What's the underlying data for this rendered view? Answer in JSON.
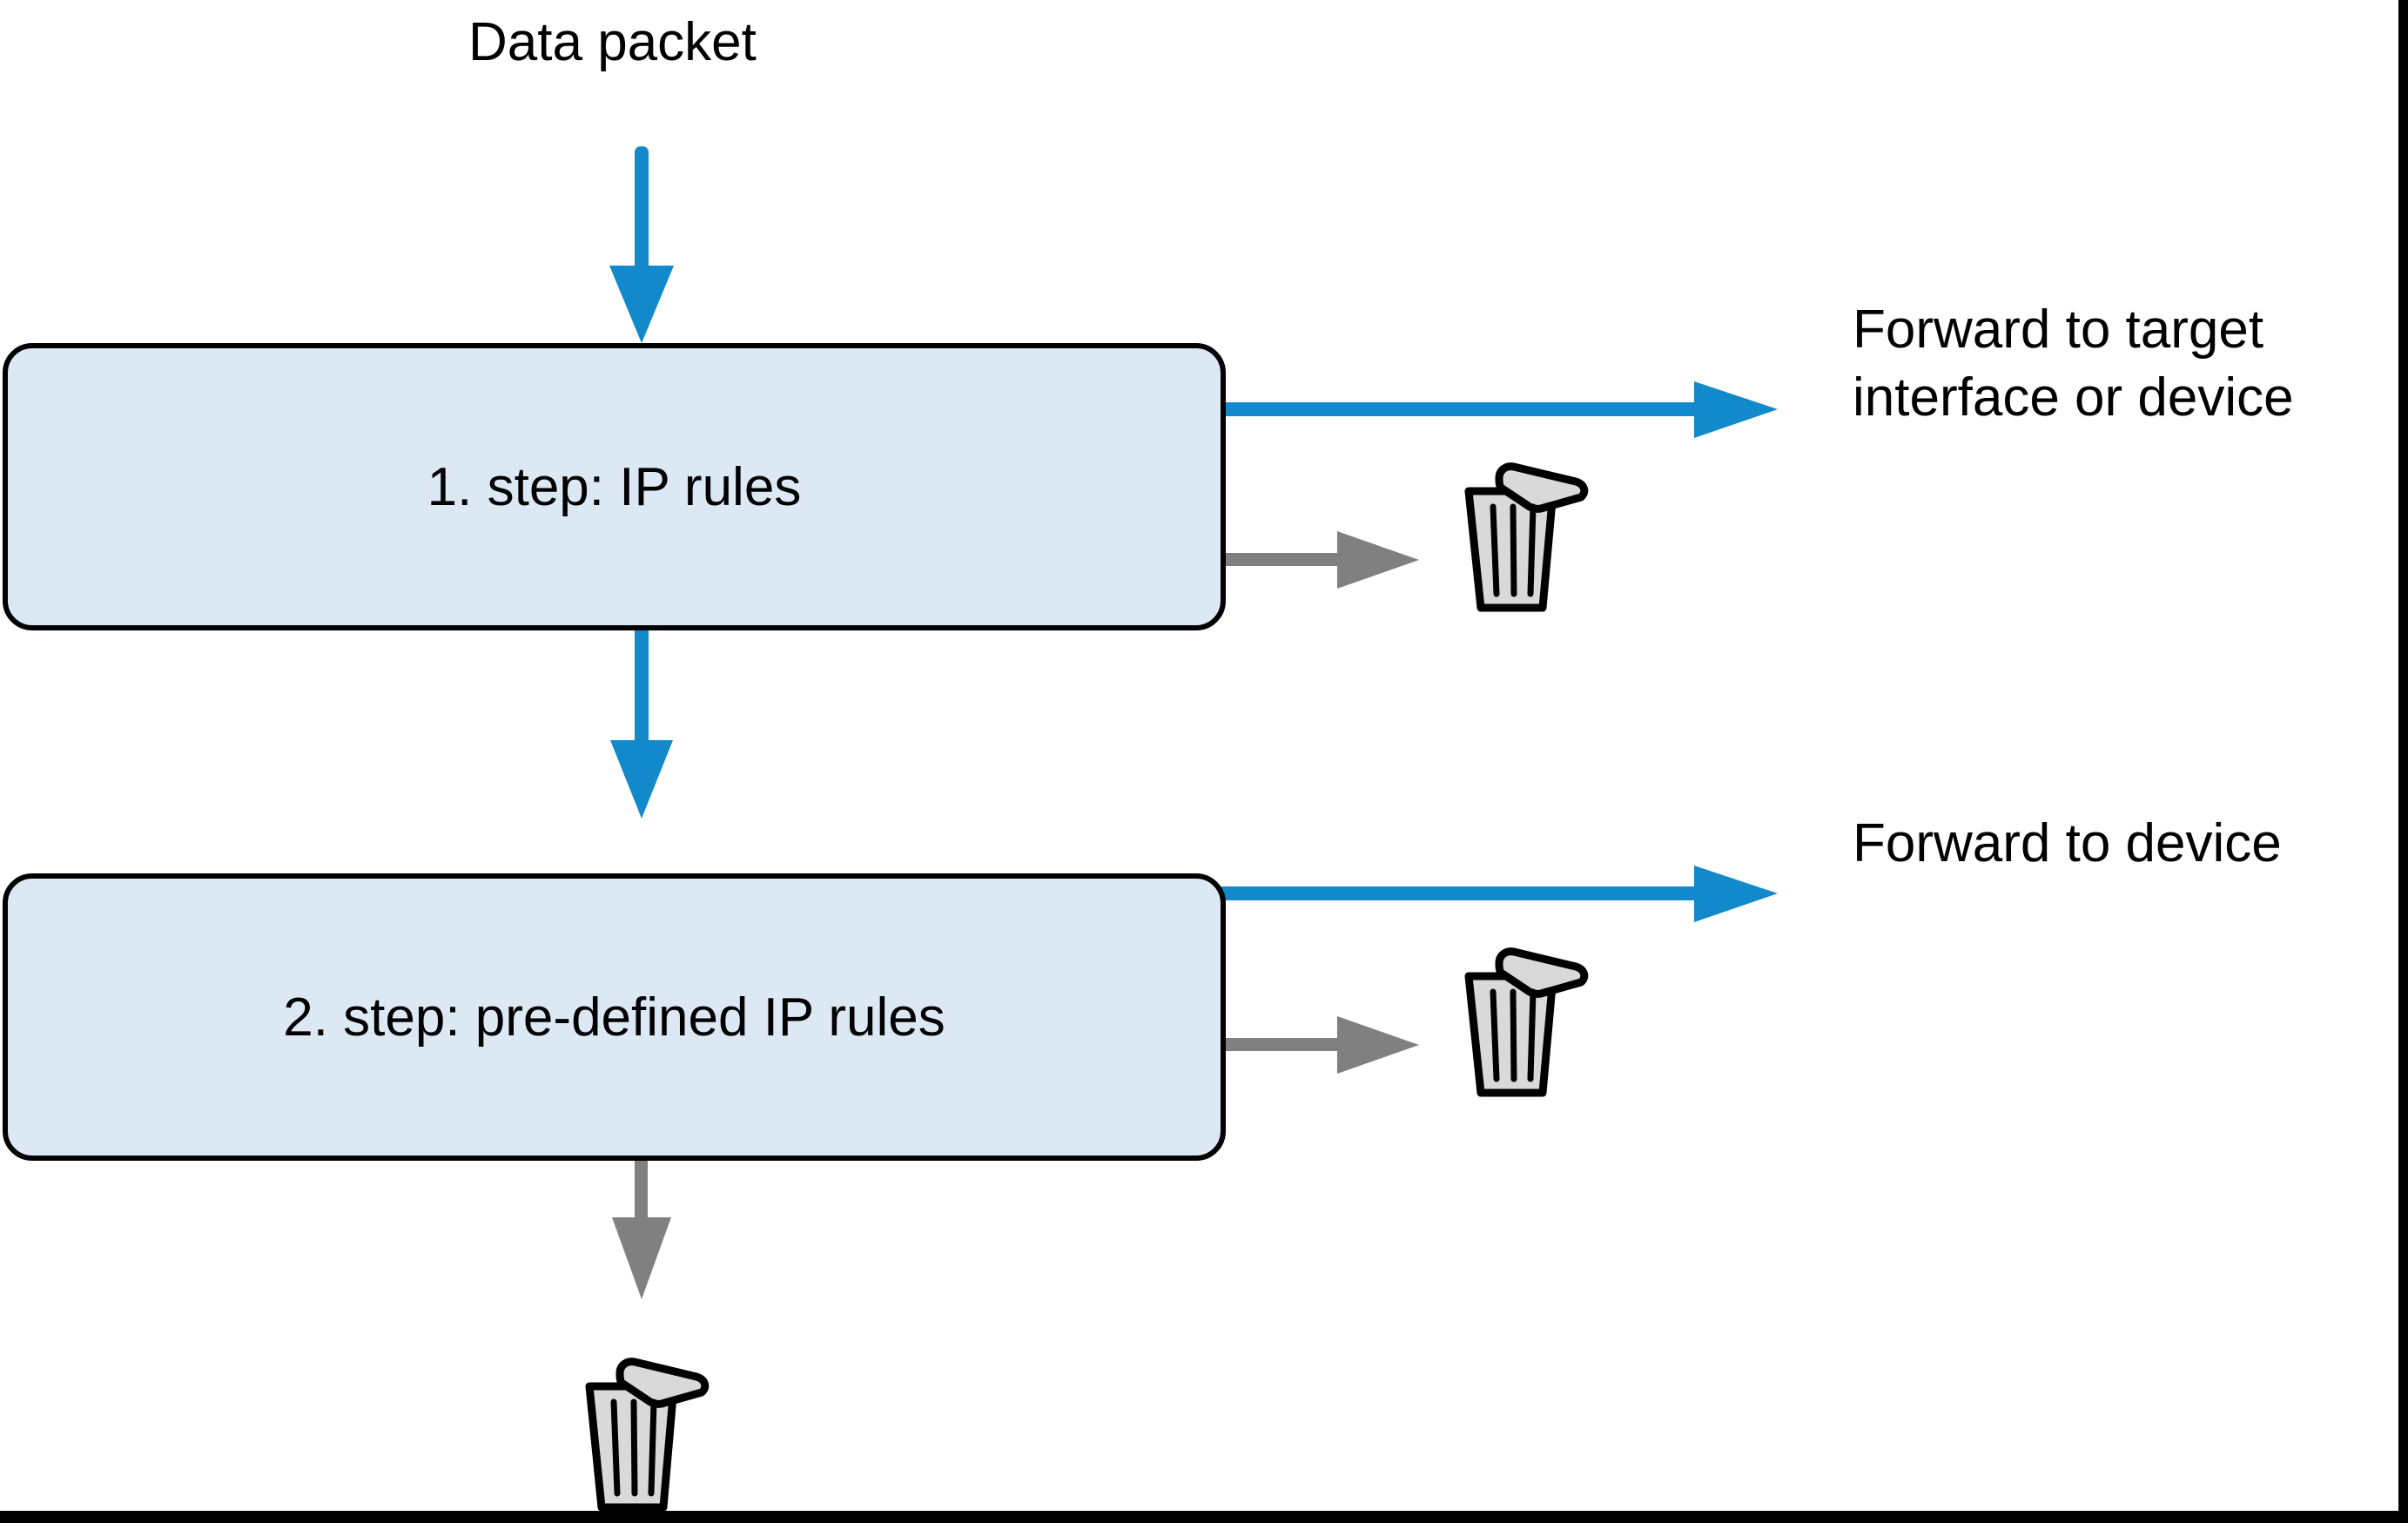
{
  "diagram": {
    "title": "Packet filtering / routing decision flow",
    "background_color": "#ffffff",
    "frame_color": "#000000",
    "colors": {
      "box_fill": "#dce9f5",
      "box_border": "#000000",
      "accept_arrow": "#1289ca",
      "discard_arrow": "#808080",
      "bin_fill": "#d9d9d9",
      "bin_outline": "#000000"
    }
  },
  "labels": {
    "input": "Data packet",
    "output_1": "Forward to target interface or device",
    "output_2": "Forward to device"
  },
  "boxes": [
    {
      "id": "box-1",
      "label": "1. step: IP rules"
    },
    {
      "id": "box-2",
      "label": "2. step: pre-defined IP rules"
    }
  ],
  "icons": {
    "trash_1": "trash-can-icon",
    "trash_2": "trash-can-icon",
    "trash_3": "trash-can-icon",
    "input_arrow": "arrow-down-icon",
    "between_arrow": "arrow-down-icon",
    "accept_arrow_1": "arrow-right-icon",
    "accept_arrow_2": "arrow-right-icon",
    "discard_arrow_1": "arrow-right-icon",
    "discard_arrow_2": "arrow-right-icon",
    "discard_arrow_3": "arrow-down-icon"
  },
  "flow": {
    "nodes": [
      "Data packet",
      "1. step: IP rules",
      "2. step: pre-defined IP rules"
    ],
    "edges": [
      {
        "from": "Data packet",
        "to": "1. step: IP rules",
        "kind": "input",
        "color": "#1289ca"
      },
      {
        "from": "1. step: IP rules",
        "to": "Forward to target interface or device",
        "kind": "accept",
        "color": "#1289ca"
      },
      {
        "from": "1. step: IP rules",
        "to": "trash-can-icon",
        "kind": "discard",
        "color": "#808080"
      },
      {
        "from": "1. step: IP rules",
        "to": "2. step: pre-defined IP rules",
        "kind": "next",
        "color": "#1289ca"
      },
      {
        "from": "2. step: pre-defined IP rules",
        "to": "Forward to device",
        "kind": "accept",
        "color": "#1289ca"
      },
      {
        "from": "2. step: pre-defined IP rules",
        "to": "trash-can-icon",
        "kind": "discard",
        "color": "#808080"
      },
      {
        "from": "2. step: pre-defined IP rules",
        "to": "trash-can-icon",
        "kind": "discard",
        "color": "#808080"
      }
    ]
  }
}
